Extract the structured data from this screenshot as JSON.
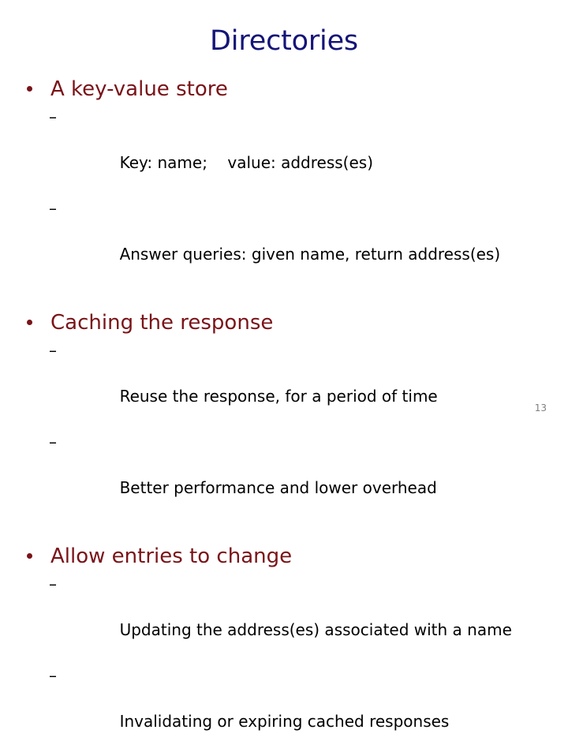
{
  "slide": {
    "title": "Directories",
    "page_number": "13",
    "colors": {
      "title": "#141478",
      "level1_text": "#7A1318",
      "level2_text": "#000000",
      "page_number": "#808080",
      "background": "#FFFFFF"
    },
    "sections": [
      {
        "heading": "A key-value store",
        "sub_items": [
          "Key: name;    value: address(es)",
          "Answer queries: given name, return address(es)"
        ]
      },
      {
        "heading": "Caching the response",
        "sub_items": [
          "Reuse the response, for a period of time",
          "Better performance and lower overhead"
        ]
      },
      {
        "heading": "Allow entries to change",
        "sub_items": [
          "Updating the address(es) associated with a name",
          "Invalidating or expiring cached responses"
        ]
      }
    ],
    "markers": {
      "level1_bullet": "round-dot",
      "level2_bullet": "–"
    }
  }
}
